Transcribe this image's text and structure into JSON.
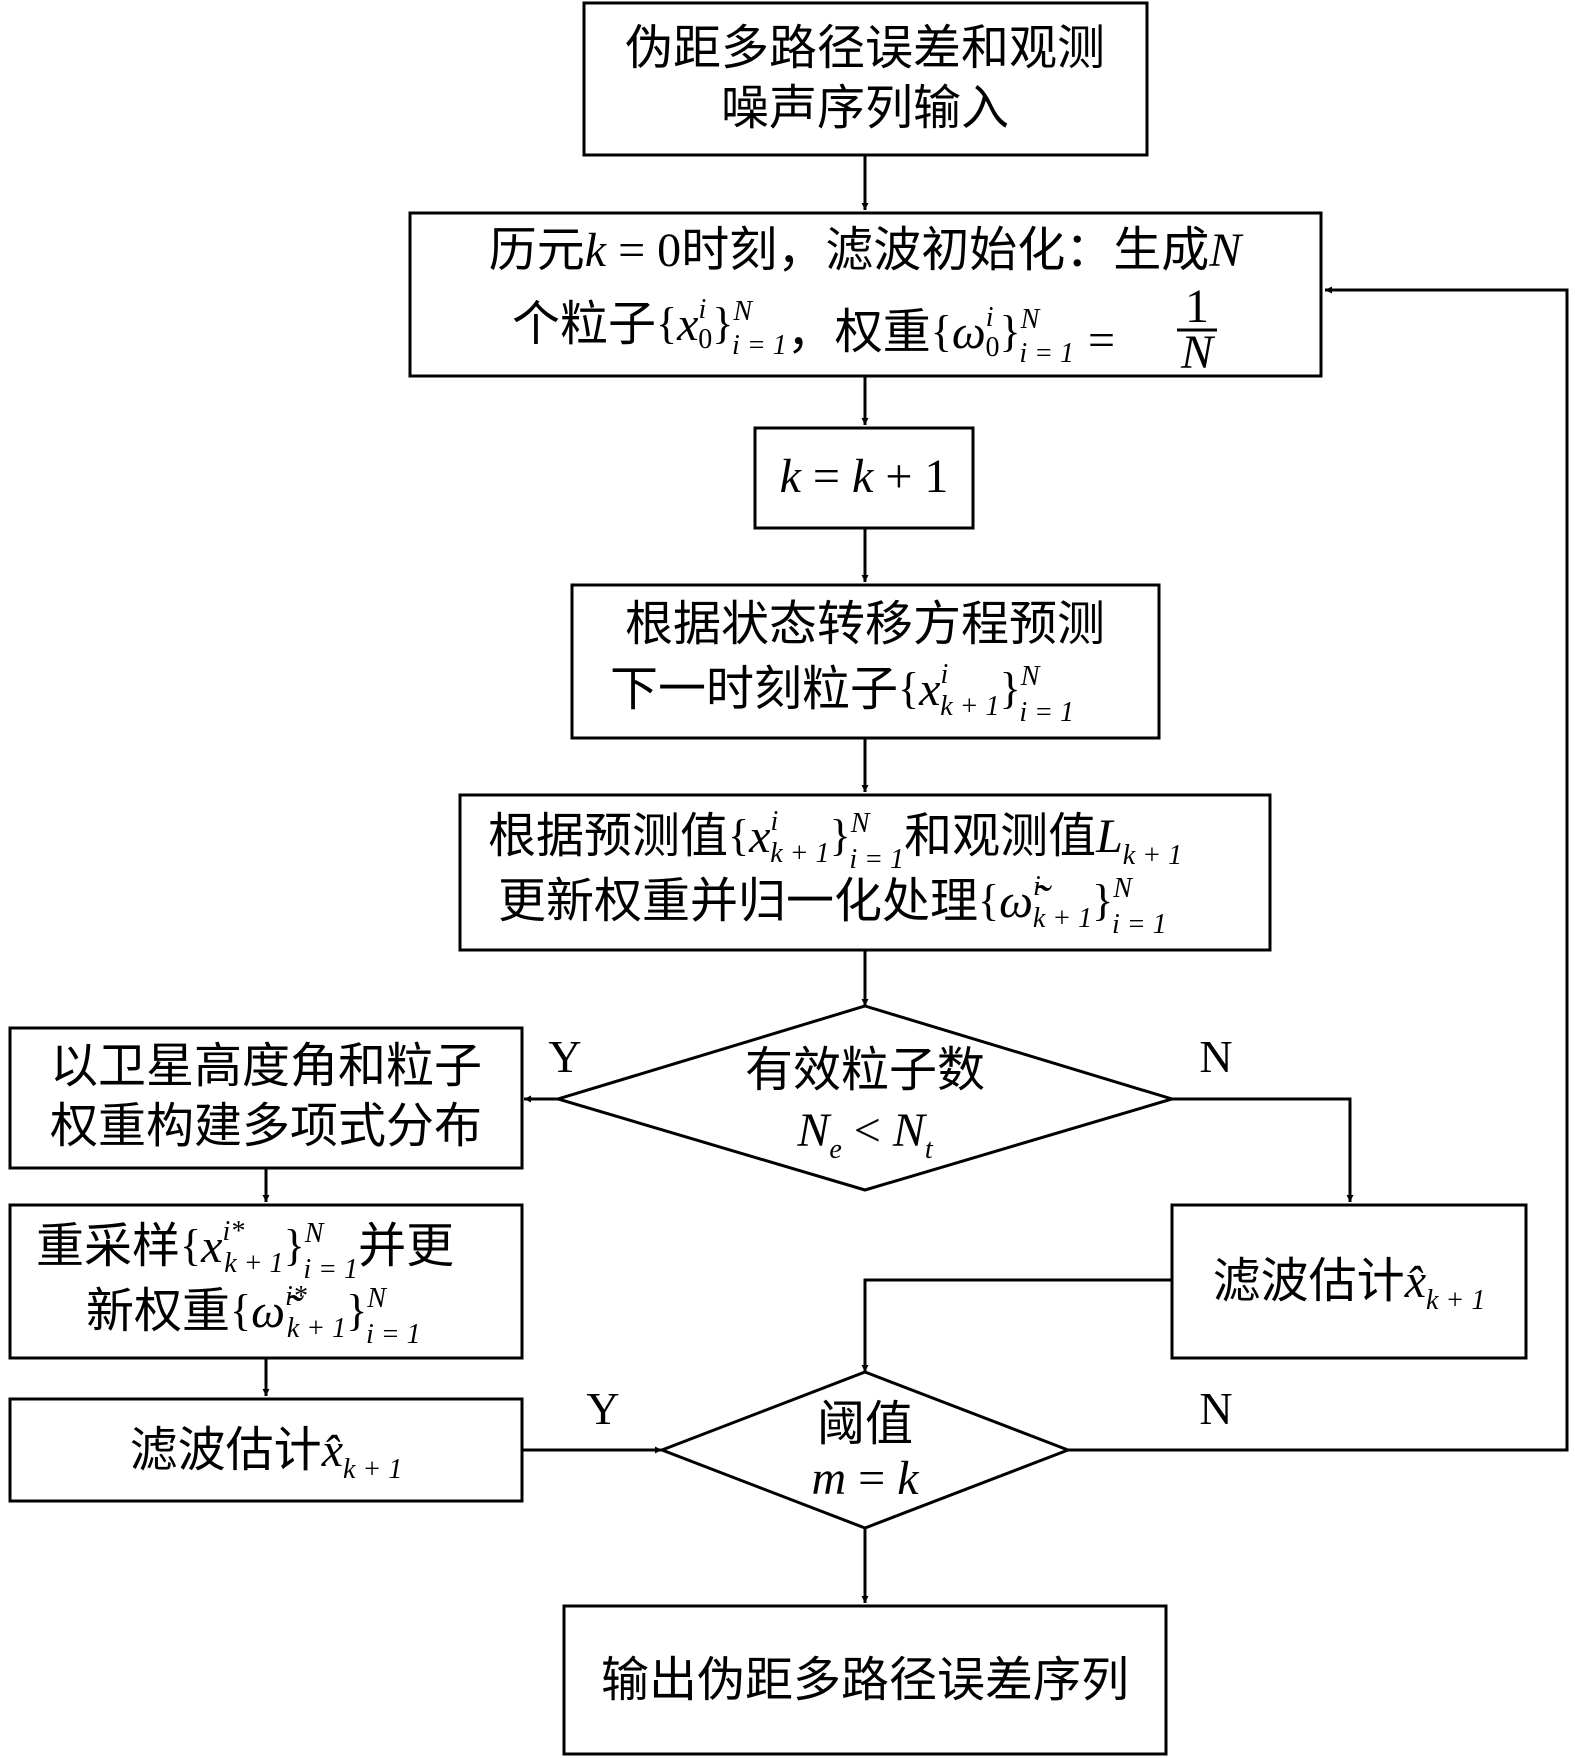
{
  "nodes": {
    "input": {
      "line1": "伪距多路径误差和观测",
      "line2": "噪声序列输入"
    },
    "init": {
      "pre1": "历元",
      "k": "k",
      "eq0": " = 0",
      "post1": "时刻，滤波初始化：生成",
      "N": "N",
      "pre2": "个粒子",
      "x": "x",
      "sub0": "0",
      "supi": "i",
      "supN": "N",
      "subi1": "i = 1",
      "mid2": "，权重",
      "omega": "ω",
      "eq": "=",
      "num": "1",
      "den": "N"
    },
    "increment": {
      "k1": "k",
      "eq": " = ",
      "k2": "k",
      "plus": " + 1"
    },
    "predict": {
      "line1": "根据状态转移方程预测",
      "pre2": "下一时刻粒子",
      "x": "x",
      "sub": "k + 1",
      "supi": "i",
      "supN": "N",
      "subi1": "i = 1"
    },
    "update": {
      "pre1": "根据预测值",
      "x": "x",
      "sub": "k + 1",
      "supi": "i",
      "supN": "N",
      "subi1": "i = 1",
      "mid1": "和观测值",
      "L": "L",
      "Lsub": "k + 1",
      "pre2": "更新权重并归一化处理",
      "omega": "ω̃",
      "osub": "k + 1",
      "osupi": "i",
      "osupN": "N",
      "osubi1": "i = 1"
    },
    "decision1": {
      "line1": "有效粒子数",
      "Ne": "N",
      "Nsub": "e",
      "lt": " < ",
      "Nt": "N",
      "Ntsub": "t"
    },
    "multinomial": {
      "line1": "以卫星高度角和粒子",
      "line2": "权重构建多项式分布"
    },
    "resample": {
      "pre1": "重采样",
      "x": "x",
      "sub": "k + 1",
      "supi": "i*",
      "supN": "N",
      "subi1": "i = 1",
      "post1": "并更",
      "pre2": "新权重",
      "omega": "ω̃",
      "osub": "k + 1",
      "osupi": "i*",
      "osupN": "N",
      "osubi1": "i = 1"
    },
    "estimate_left": {
      "pre": "滤波估计",
      "x": "x̂",
      "sub": "k + 1"
    },
    "estimate_right": {
      "pre": "滤波估计",
      "x": "x̂",
      "sub": "k + 1"
    },
    "decision2": {
      "line1": "阈值",
      "m": "m",
      "eq": " = ",
      "k": "k"
    },
    "output": {
      "line1": "输出伪距多路径误差序列"
    }
  },
  "edge_labels": {
    "d1_yes": "Y",
    "d1_no": "N",
    "d2_yes": "Y",
    "d2_no": "N"
  }
}
